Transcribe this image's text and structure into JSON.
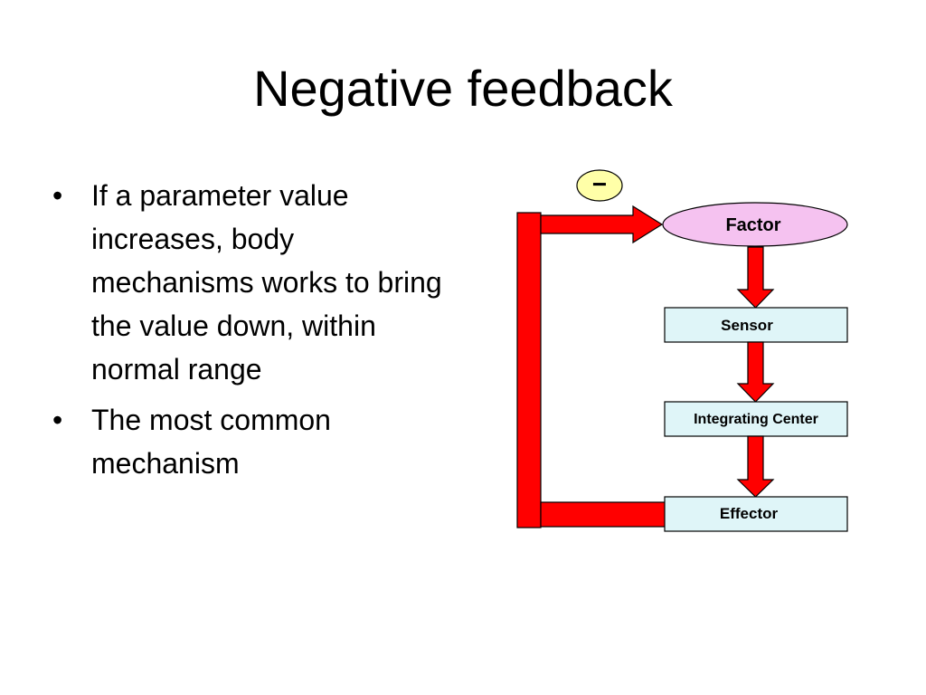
{
  "title": "Negative feedback",
  "bullets": [
    {
      "marker": "•",
      "text": "If a parameter value increases, body mechanisms works to bring the value down, within normal range"
    },
    {
      "marker": "•",
      "text": "The most common mechanism"
    }
  ],
  "diagram": {
    "sign": "−",
    "nodes": {
      "factor": "Factor",
      "sensor": "Sensor",
      "integrating_center": "Integrating Center",
      "effector": "Effector"
    },
    "colors": {
      "arrow_fill": "#ff0000",
      "arrow_stroke": "#000000",
      "factor_fill": "#f5c2f0",
      "box_fill": "#dff5f8",
      "sign_fill": "#ffffa8"
    }
  }
}
